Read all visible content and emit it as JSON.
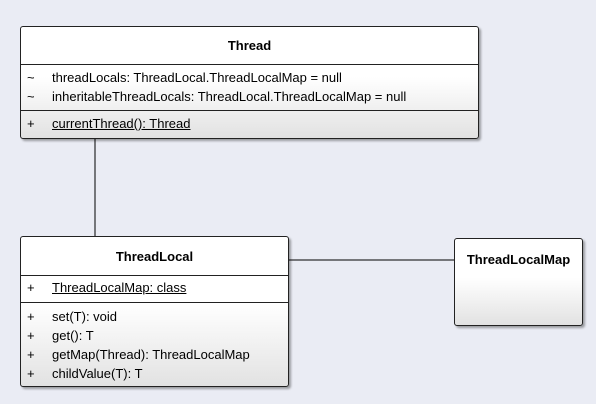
{
  "classes": {
    "thread": {
      "name": "Thread",
      "attributes": [
        {
          "visibility": "~",
          "signature": "threadLocals: ThreadLocal.ThreadLocalMap = null"
        },
        {
          "visibility": "~",
          "signature": "inheritableThreadLocals: ThreadLocal.ThreadLocalMap = null"
        }
      ],
      "operations": [
        {
          "visibility": "+",
          "signature": "currentThread(): Thread"
        }
      ]
    },
    "threadlocal": {
      "name": "ThreadLocal",
      "attributes": [
        {
          "visibility": "+",
          "signature": "ThreadLocalMap: class"
        }
      ],
      "operations": [
        {
          "visibility": "+",
          "signature": "set(T): void"
        },
        {
          "visibility": "+",
          "signature": "get(): T"
        },
        {
          "visibility": "+",
          "signature": "getMap(Thread): ThreadLocalMap"
        },
        {
          "visibility": "+",
          "signature": "childValue(T): T"
        }
      ]
    },
    "threadlocalmap": {
      "name": "ThreadLocalMap"
    }
  },
  "colors": {
    "background": "#eaecf4",
    "border": "#222222",
    "connector": "#000000"
  }
}
